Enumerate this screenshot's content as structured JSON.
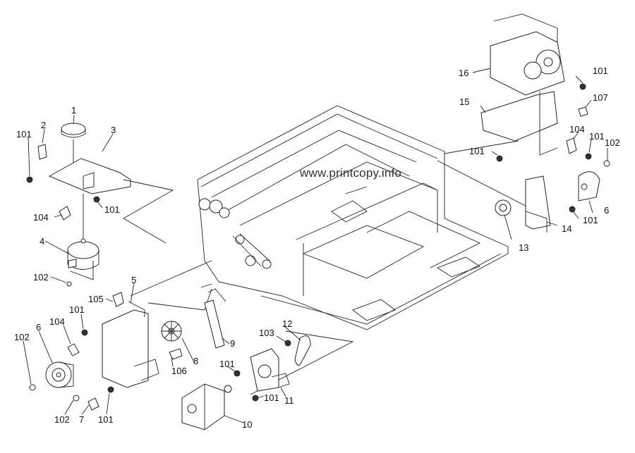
{
  "diagram": {
    "title": "Exploded parts diagram - printer drive section",
    "watermark": "www.printcopy.info",
    "callouts": [
      {
        "id": "c1",
        "text": "1"
      },
      {
        "id": "c2",
        "text": "2"
      },
      {
        "id": "c3",
        "text": "3"
      },
      {
        "id": "c101a",
        "text": "101"
      },
      {
        "id": "c101b",
        "text": "101"
      },
      {
        "id": "c104a",
        "text": "104"
      },
      {
        "id": "c4",
        "text": "4"
      },
      {
        "id": "c102a",
        "text": "102"
      },
      {
        "id": "c5",
        "text": "5"
      },
      {
        "id": "c105",
        "text": "105"
      },
      {
        "id": "c101c",
        "text": "101"
      },
      {
        "id": "c104b",
        "text": "104"
      },
      {
        "id": "c6a",
        "text": "6"
      },
      {
        "id": "c102b",
        "text": "102"
      },
      {
        "id": "c102c",
        "text": "102"
      },
      {
        "id": "c7",
        "text": "7"
      },
      {
        "id": "c101d",
        "text": "101"
      },
      {
        "id": "c8",
        "text": "8"
      },
      {
        "id": "c106",
        "text": "106"
      },
      {
        "id": "c9",
        "text": "9"
      },
      {
        "id": "c10",
        "text": "10"
      },
      {
        "id": "c11",
        "text": "11"
      },
      {
        "id": "c12",
        "text": "12"
      },
      {
        "id": "c103",
        "text": "103"
      },
      {
        "id": "c101e",
        "text": "101"
      },
      {
        "id": "c101f",
        "text": "101"
      },
      {
        "id": "c16",
        "text": "16"
      },
      {
        "id": "c15",
        "text": "15"
      },
      {
        "id": "c101g",
        "text": "101"
      },
      {
        "id": "c107",
        "text": "107"
      },
      {
        "id": "c104c",
        "text": "104"
      },
      {
        "id": "c101h",
        "text": "101"
      },
      {
        "id": "c102d",
        "text": "102"
      },
      {
        "id": "c101i",
        "text": "101"
      },
      {
        "id": "c6b",
        "text": "6"
      },
      {
        "id": "c101j",
        "text": "101"
      },
      {
        "id": "c14",
        "text": "14"
      },
      {
        "id": "c13",
        "text": "13"
      }
    ]
  }
}
